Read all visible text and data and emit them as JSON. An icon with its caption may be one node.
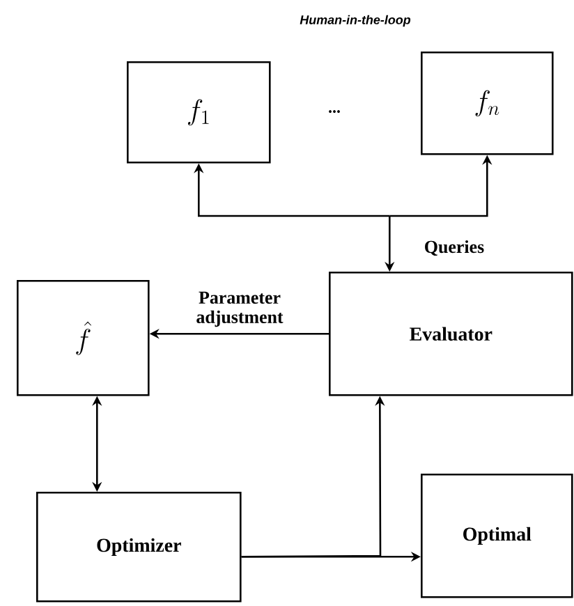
{
  "diagram": {
    "title": "Human-in-the-loop",
    "nodes": [
      {
        "text": [
          "f_1"
        ]
      },
      {
        "text": [
          "f_n"
        ]
      },
      {
        "text": [
          "\\hat{f}"
        ]
      },
      {
        "text": [
          "Evaluator"
        ]
      },
      {
        "text": [
          "Optimizer"
        ]
      },
      {
        "text": [
          "Optimal"
        ]
      }
    ],
    "edges": [
      {
        "from": 3,
        "to": 0,
        "arrow": "both",
        "label": "Queries"
      },
      {
        "from": 3,
        "to": 1,
        "arrow": "both"
      },
      {
        "from": 3,
        "to": 2,
        "arrow": "to",
        "label": "Parameter adjustment"
      },
      {
        "from": 2,
        "to": 4,
        "arrow": "both"
      },
      {
        "from": 4,
        "to": 5,
        "arrow": "to"
      },
      {
        "from": 4,
        "to": 3,
        "arrow": "to"
      }
    ],
    "labels": [
      "..."
    ]
  }
}
